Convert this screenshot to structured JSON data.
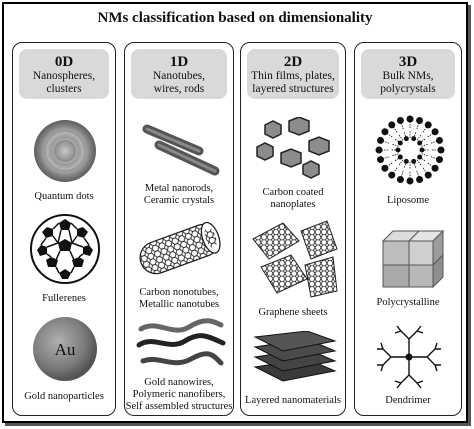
{
  "title": "NMs classification based on dimensionality",
  "columns": [
    {
      "dimension": "0D",
      "subtitle": [
        "Nanospheres,",
        "clusters"
      ],
      "items": [
        {
          "caption": [
            "Quantum dots"
          ]
        },
        {
          "caption": [
            "Fullerenes"
          ]
        },
        {
          "caption": [
            "Gold nanoparticles"
          ],
          "symbol": "Au"
        }
      ]
    },
    {
      "dimension": "1D",
      "subtitle": [
        "Nanotubes,",
        "wires, rods"
      ],
      "items": [
        {
          "caption": [
            "Metal nanorods,",
            "Ceramic crystals"
          ]
        },
        {
          "caption": [
            "Carbon nonotubes,",
            "Metallic nanotubes"
          ]
        },
        {
          "caption": [
            "Gold nanowires,",
            "Polymeric nanofibers,",
            "Self assembled structures"
          ]
        }
      ]
    },
    {
      "dimension": "2D",
      "subtitle": [
        "Thin films, plates,",
        "layered structures"
      ],
      "items": [
        {
          "caption": [
            "Carbon coated",
            "nanoplates"
          ]
        },
        {
          "caption": [
            "Graphene sheets"
          ]
        },
        {
          "caption": [
            "Layered nanomaterials"
          ]
        }
      ]
    },
    {
      "dimension": "3D",
      "subtitle": [
        "Bulk NMs,",
        "polycrystals"
      ],
      "items": [
        {
          "caption": [
            "Liposome"
          ]
        },
        {
          "caption": [
            "Polycrystalline"
          ]
        },
        {
          "caption": [
            "Dendrimer"
          ]
        }
      ]
    }
  ]
}
